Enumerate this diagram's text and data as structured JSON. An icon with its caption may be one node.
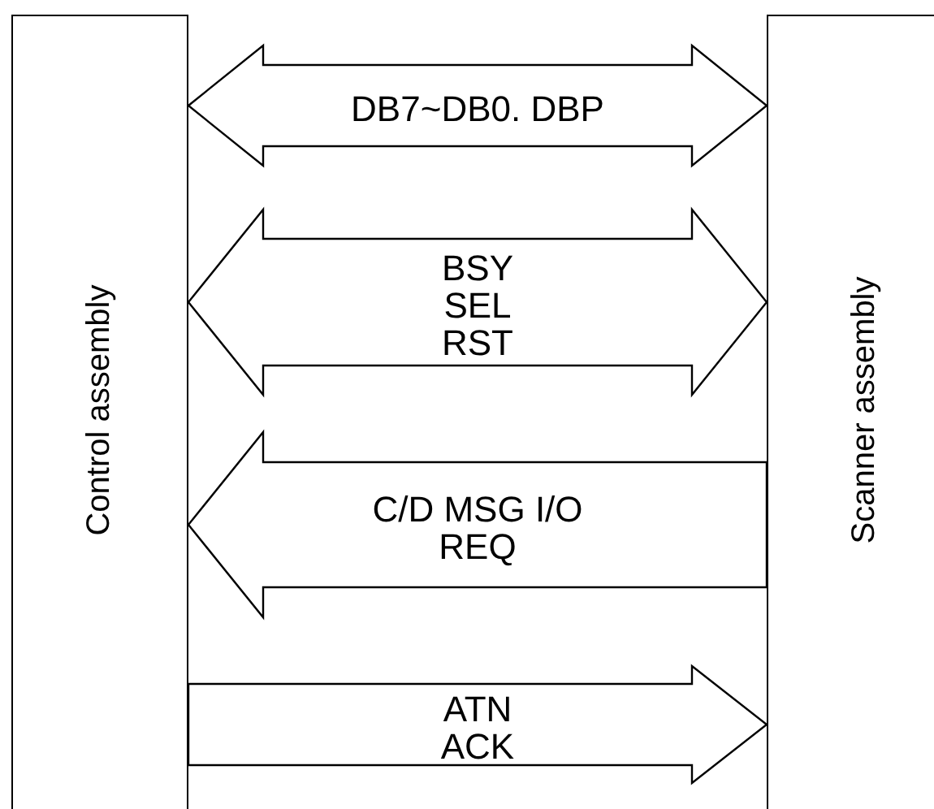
{
  "diagram": {
    "nodes": [
      {
        "text": [
          "Control assembly"
        ]
      },
      {
        "text": [
          "Scanner assembly"
        ]
      }
    ],
    "edges": [
      {
        "from": 0,
        "to": 1,
        "arrow": "both",
        "label": "DB7~DB0. DBP"
      },
      {
        "from": 0,
        "to": 1,
        "arrow": "both",
        "label": "BSY SEL RST"
      },
      {
        "from": 1,
        "to": 0,
        "arrow": "to",
        "label": "C/D MSG I/O REQ"
      },
      {
        "from": 0,
        "to": 1,
        "arrow": "to",
        "label": "ATN ACK"
      }
    ]
  }
}
